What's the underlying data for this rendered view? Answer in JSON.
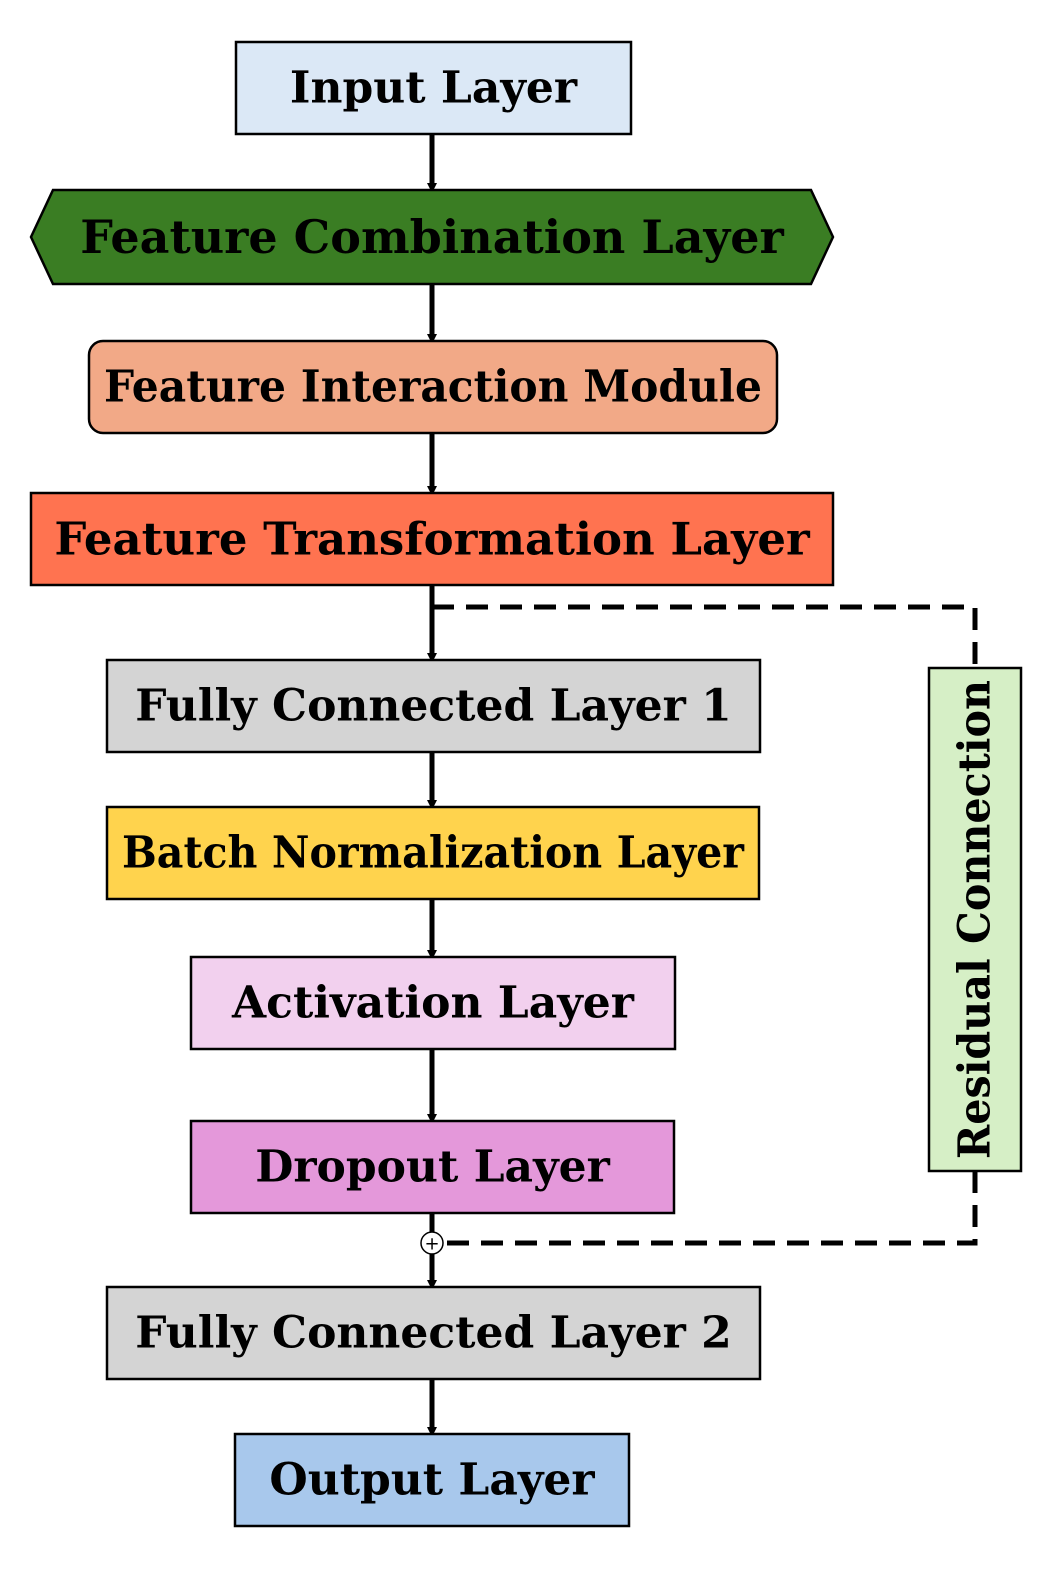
{
  "diagram": {
    "nodes": [
      {
        "id": "input",
        "label": "Input Layer",
        "fill": "#dbe8f6"
      },
      {
        "id": "combination",
        "label": "Feature Combination Layer",
        "fill": "#3a7d23"
      },
      {
        "id": "interaction",
        "label": "Feature Interaction Module",
        "fill": "#f2a987"
      },
      {
        "id": "transformation",
        "label": "Feature Transformation Layer",
        "fill": "#ff7350"
      },
      {
        "id": "fc1",
        "label": "Fully Connected Layer 1",
        "fill": "#d4d4d4"
      },
      {
        "id": "batchnorm",
        "label": "Batch Normalization Layer",
        "fill": "#ffd34d"
      },
      {
        "id": "activation",
        "label": "Activation Layer",
        "fill": "#f2d0ee"
      },
      {
        "id": "dropout",
        "label": "Dropout Layer",
        "fill": "#e498da"
      },
      {
        "id": "fc2",
        "label": "Fully Connected Layer 2",
        "fill": "#d4d4d4"
      },
      {
        "id": "output",
        "label": "Output Layer",
        "fill": "#a8c8ec"
      }
    ],
    "residual": {
      "label": "Residual Connection",
      "fill": "#d6efc6",
      "add_symbol": "+"
    },
    "edges": [
      [
        "input",
        "combination"
      ],
      [
        "combination",
        "interaction"
      ],
      [
        "interaction",
        "transformation"
      ],
      [
        "transformation",
        "fc1"
      ],
      [
        "fc1",
        "batchnorm"
      ],
      [
        "batchnorm",
        "activation"
      ],
      [
        "activation",
        "dropout"
      ],
      [
        "dropout",
        "fc2"
      ],
      [
        "fc2",
        "output"
      ]
    ]
  }
}
